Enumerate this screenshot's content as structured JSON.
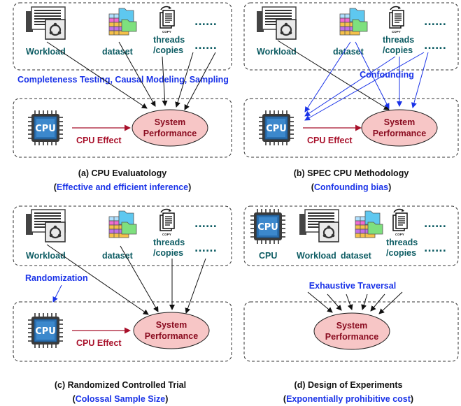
{
  "labels": {
    "workload": "Workload",
    "dataset": "dataset",
    "threads": "threads",
    "copies": "/copies",
    "copy_tag": "COPY",
    "dots": "......",
    "cpu": "CPU",
    "cpu_chip_text": "CPU",
    "system": "System",
    "performance": "Performance",
    "cpu_effect": "CPU Effect"
  },
  "panels": {
    "a": {
      "method_label": "Completeness Testing, Causal Modeling, Sampling",
      "caption": "(a) CPU Evaluatology",
      "sub_open": "(",
      "sub": "Effective and efficient inference",
      "sub_close": ")"
    },
    "b": {
      "method_label": "Confounding",
      "caption": "(b) SPEC CPU Methodology",
      "sub_open": "(",
      "sub": "Confounding bias",
      "sub_close": ")"
    },
    "c": {
      "method_label": "Randomization",
      "caption": "(c) Randomized Controlled Trial",
      "sub_open": "(",
      "sub": "Colossal Sample Size",
      "sub_close": ")"
    },
    "d": {
      "method_label": "Exhaustive Traversal",
      "caption": "(d) Design of Experiments",
      "sub_open": "(",
      "sub": "Exponentially prohibitive cost",
      "sub_close": ")"
    }
  },
  "colors": {
    "dark_teal": "#0d5c63",
    "blue": "#1a33e8",
    "red": "#a8102a",
    "ellipse_fill": "#f7c6c6",
    "cpu_blue": "#2a6fb0"
  }
}
